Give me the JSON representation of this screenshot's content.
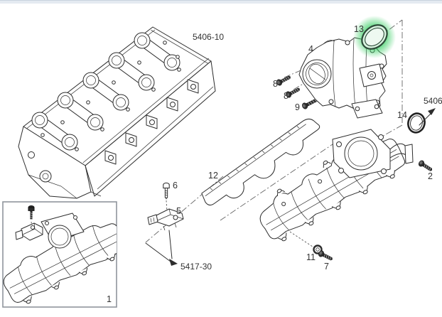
{
  "page": {
    "top_bar_color": "#e4eaf1",
    "background": "#ffffff",
    "line_color": "#2d2d2d",
    "highlight_color": "#3fd068"
  },
  "figure_refs": {
    "cylinder_head": "5406-10",
    "intake_group": "5417-30",
    "seal_arrow_ref": "5406"
  },
  "callouts": {
    "boxed_manifold": "1",
    "bolt_2": "2",
    "throttle_body": "4",
    "map_sensor": "5",
    "sensor_bolt": "6",
    "bolt_7": "7",
    "bolt_8_upper": "8",
    "bolt_8_lower": "8",
    "bolt_9": "9",
    "oring_11": "11",
    "manifold_gasket": "12",
    "throttle_seal_13": "13",
    "oring_14": "14"
  }
}
